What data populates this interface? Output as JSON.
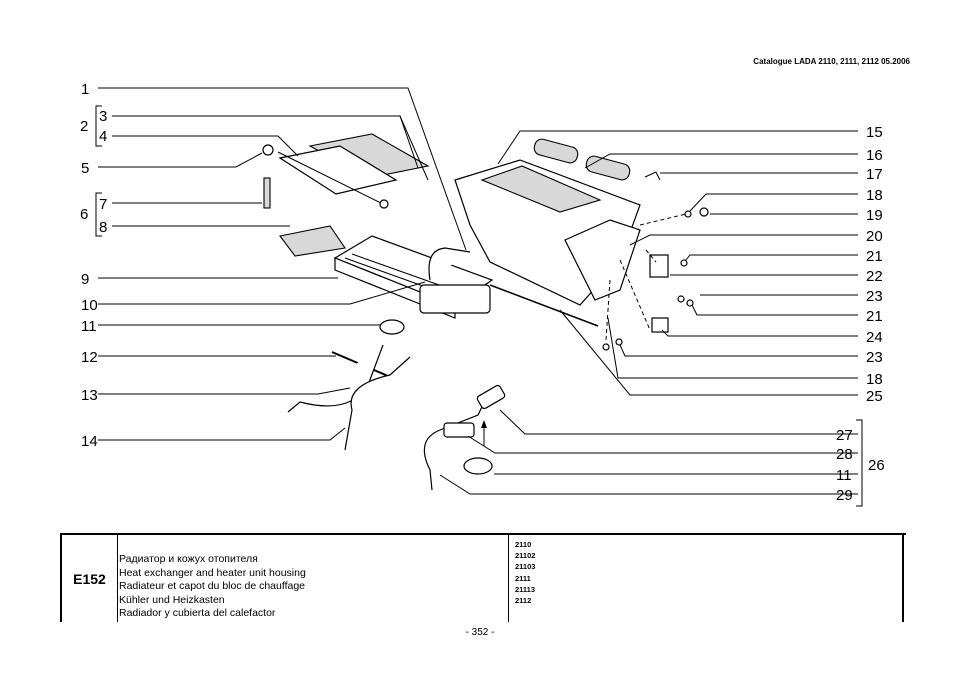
{
  "header": {
    "catalogue": "Catalogue LADA 2110, 2111, 2112  05.2006"
  },
  "callouts_left": [
    "1",
    "3",
    "2",
    "4",
    "5",
    "7",
    "6",
    "8",
    "9",
    "10",
    "11",
    "12",
    "13",
    "14"
  ],
  "callouts_right": [
    "15",
    "16",
    "17",
    "18",
    "19",
    "20",
    "21",
    "22",
    "23",
    "21",
    "24",
    "23",
    "18",
    "25",
    "27",
    "28",
    "26",
    "11",
    "29"
  ],
  "table": {
    "code": "E152",
    "descriptions": [
      "Радиатор и кожух отопителя",
      "Heat exchanger and heater unit housing",
      "Radiateur et capot du bloc de chauffage",
      "Kühler und Heizkasten",
      "Radiador y cubierta del calefactor"
    ],
    "models": [
      "2110",
      "21102",
      "21103",
      "2111",
      "21113",
      "2112"
    ]
  },
  "footer": {
    "page": "- 352 -"
  }
}
